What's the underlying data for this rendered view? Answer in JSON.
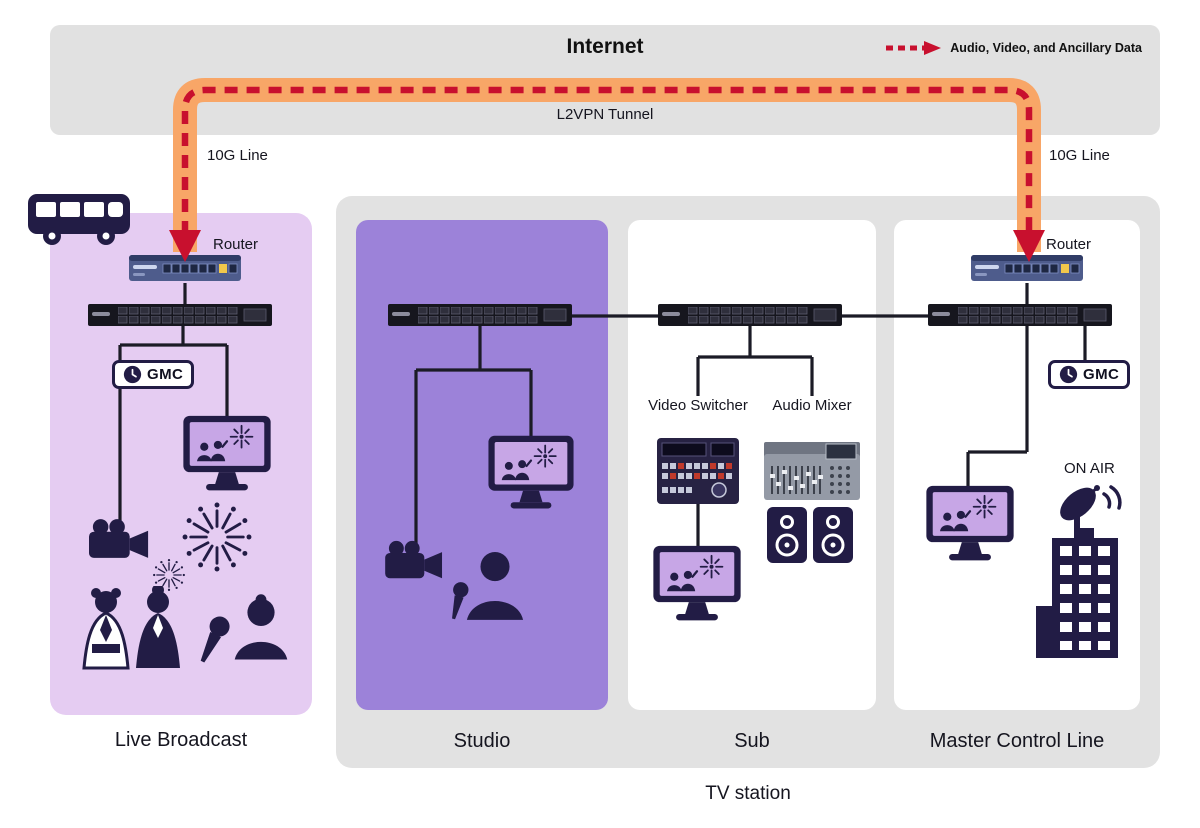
{
  "banner": {
    "title": "Internet",
    "legend": "Audio, Video, and Ancillary Data"
  },
  "tunnel": {
    "label": "L2VPN Tunnel",
    "left_line_label": "10G Line",
    "right_line_label": "10G Line"
  },
  "live_broadcast": {
    "label": "Live Broadcast",
    "router_label": "Router",
    "gmc_label": "GMC"
  },
  "tv_station": {
    "label": "TV station",
    "studio": {
      "label": "Studio"
    },
    "sub": {
      "label": "Sub",
      "video_switcher_label": "Video Switcher",
      "audio_mixer_label": "Audio Mixer"
    },
    "master_control": {
      "label": "Master Control Line",
      "router_label": "Router",
      "gmc_label": "GMC",
      "on_air_label": "ON AIR"
    }
  },
  "colors": {
    "tunnel_orange": "#F8A667",
    "data_flow_red": "#C8102E",
    "live_panel_lavender": "#E5CCF2",
    "studio_purple": "#9C82D9",
    "station_gray": "#E2E2E2",
    "banner_gray": "#E1E1E1",
    "icon_navy": "#221C45",
    "tv_screen_purple": "#C7A6E6"
  }
}
